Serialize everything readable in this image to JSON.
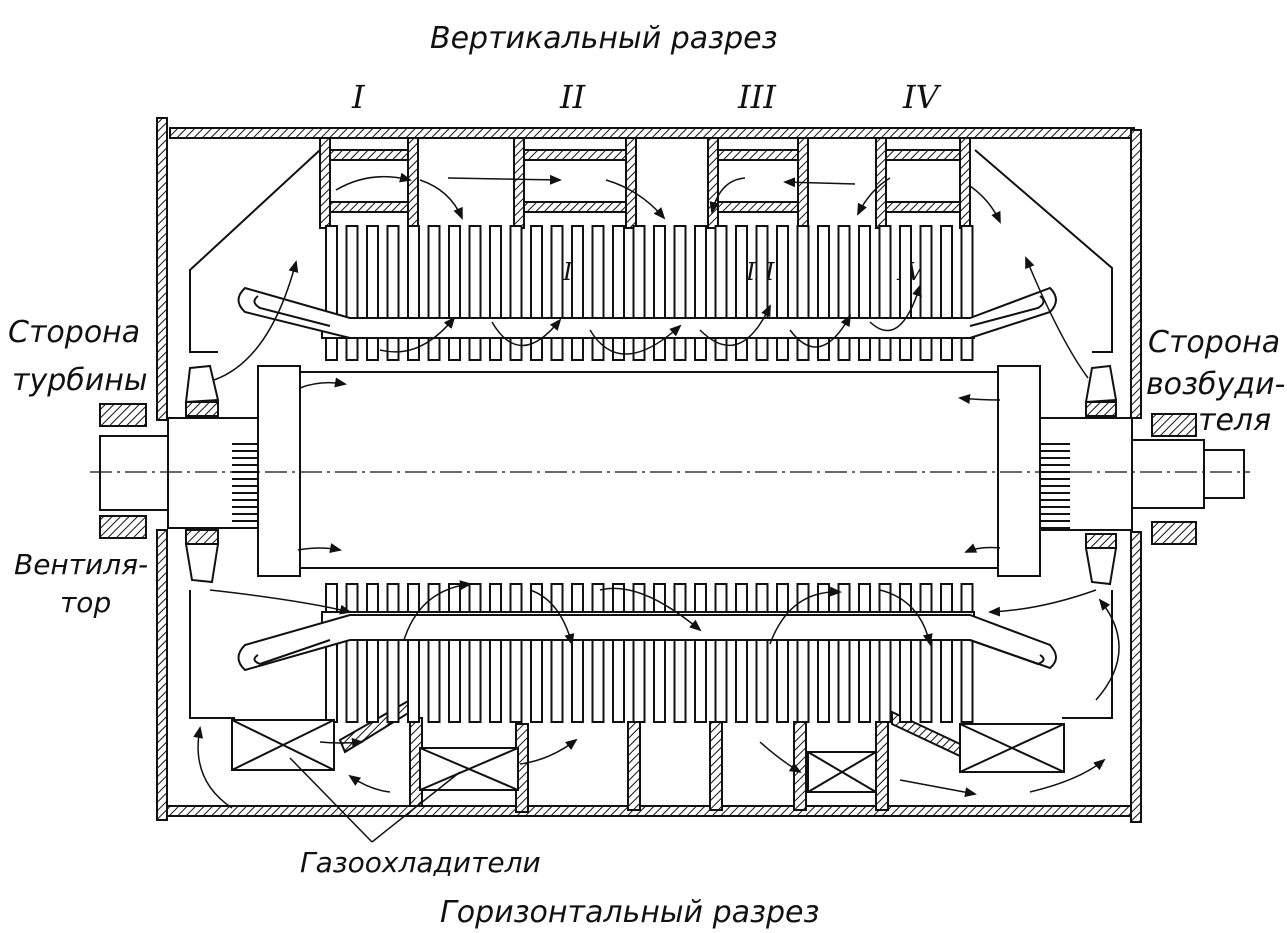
{
  "title_top": "Вертикальный разрез",
  "title_bottom": "Горизонтальный разрез",
  "section_labels": [
    "I",
    "II",
    "III",
    "IV"
  ],
  "side_left": [
    "Сторона",
    "турбины"
  ],
  "side_right": [
    "Сторона",
    "возбуди-",
    "теля"
  ],
  "fan_label": [
    "Вентиля-",
    "тор"
  ],
  "cooler_label": "Газоохладители"
}
